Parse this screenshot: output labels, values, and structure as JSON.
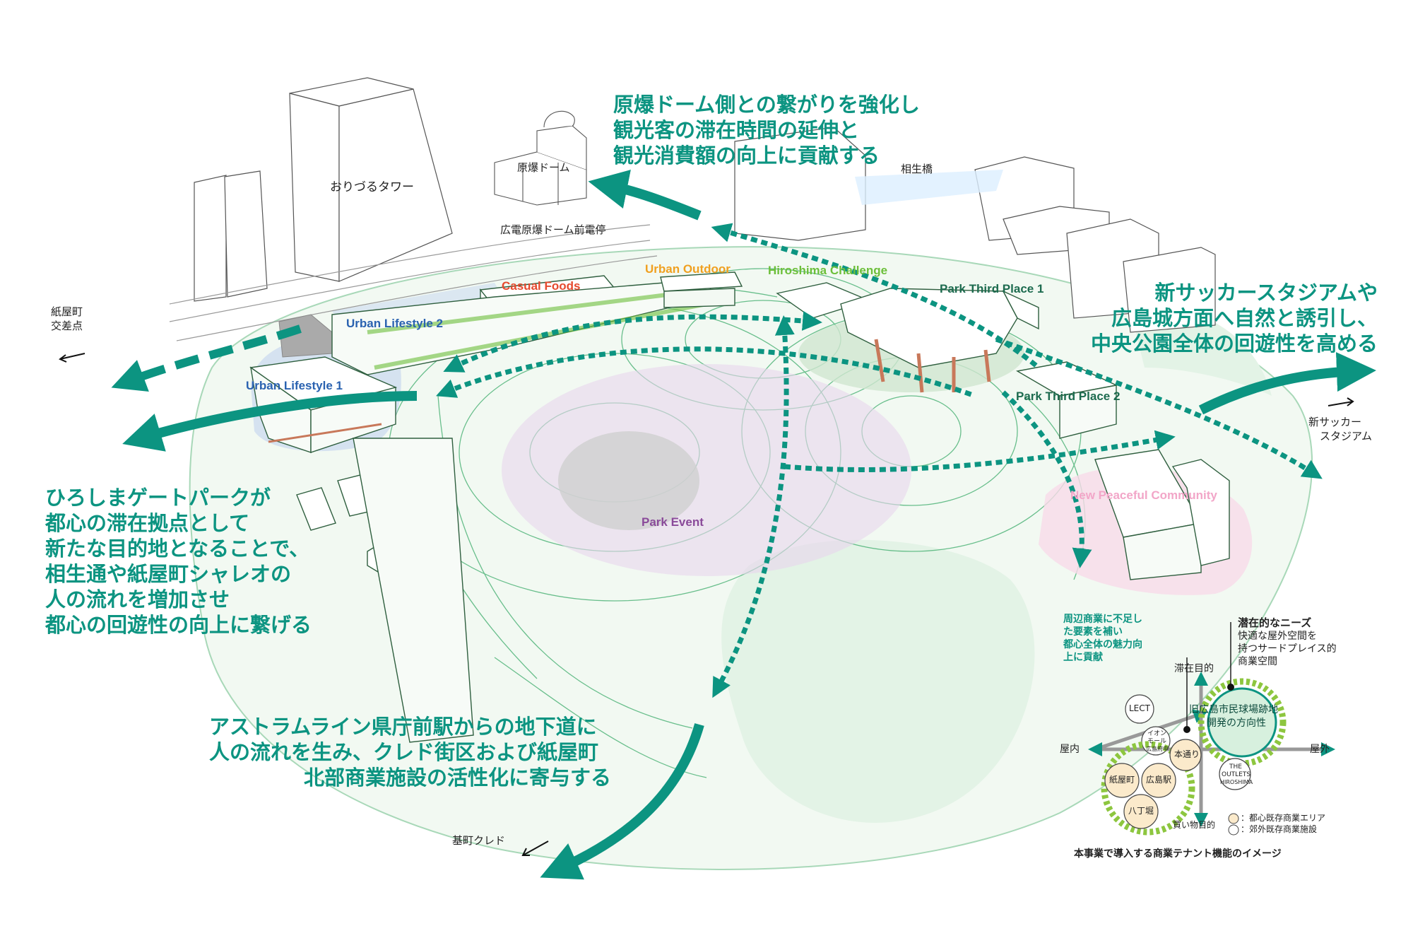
{
  "messages": {
    "dome": [
      "原爆ドーム側との繋がりを強化し",
      "観光客の滞在時間の延伸と",
      "観光消費額の向上に貢献する"
    ],
    "stadium": [
      "新サッカースタジアムや",
      "広島城方面へ自然と誘引し、",
      "中央公園全体の回遊性を高める"
    ],
    "gatepark": [
      "ひろしまゲートパークが",
      "都心の滞在拠点として",
      "新たな目的地となることで、",
      "相生通や紙屋町シャレオの",
      "人の流れを増加させ",
      "都心の回遊性の向上に繋げる"
    ],
    "astram": [
      "アストラムライン県庁前駅からの地下道に",
      "人の流れを生み、クレド街区および紙屋町",
      "北部商業施設の活性化に寄与する"
    ]
  },
  "places": {
    "tower": "おりづるタワー",
    "dome": "原爆ドーム",
    "aioi": "相生橋",
    "tram": "広電原爆ドーム前電停",
    "kamiyacho": [
      "紙屋町",
      "交差点"
    ],
    "stadium": [
      "新サッカー",
      "スタジアム"
    ],
    "credo": "基町クレド"
  },
  "zones": {
    "casual_foods": "Casual Foods",
    "urban_outdoor": "Urban Outdoor",
    "hiroshima_challenge": "Hiroshima Challenge",
    "park_third_1": "Park Third Place 1",
    "park_third_2": "Park Third Place 2",
    "urban_lifestyle_1": "Urban Lifestyle 1",
    "urban_lifestyle_2": "Urban Lifestyle 2",
    "park_event": "Park Event",
    "new_peaceful": "New Peaceful Community"
  },
  "zone_colors": {
    "casual_foods": "#e64a2e",
    "urban_outdoor": "#f0a020",
    "hiroshima_challenge": "#6cbf3a",
    "park_third": "#1d6b4f",
    "urban_lifestyle": "#2a62b0",
    "park_event": "#8a4a9a",
    "new_peaceful": "#f2a6c8",
    "teal": "#0c9481"
  },
  "inset": {
    "callout_left": [
      "周辺商業に不足し",
      "た要素を補い",
      "都心全体の魅力向",
      "上に貢献"
    ],
    "callout_right_title": "潜在的なニーズ",
    "callout_right_body": [
      "快適な屋外空間を",
      "持つサードプレイス的",
      "商業空間"
    ],
    "axis_top": "滞在目的",
    "axis_bottom": "買い物目的",
    "axis_left": "屋内",
    "axis_right": "屋外",
    "target": [
      "旧広島市民球場跡地",
      "開発の方向性"
    ],
    "circles": {
      "lect": "LECT",
      "aeon": [
        "イオン",
        "モール",
        "広島府中"
      ],
      "hondori": "本通り",
      "outlets": [
        "THE",
        "OUTLETS",
        "HIROSHIMA"
      ],
      "kamiyacho": "紙屋町",
      "hiroshima_st": "広島駅",
      "hatchobori": "八丁堀"
    },
    "legend": [
      "：都心既存商業エリア",
      "：郊外既存商業施設"
    ],
    "caption": "本事業で導入する商業テナント機能のイメージ"
  }
}
